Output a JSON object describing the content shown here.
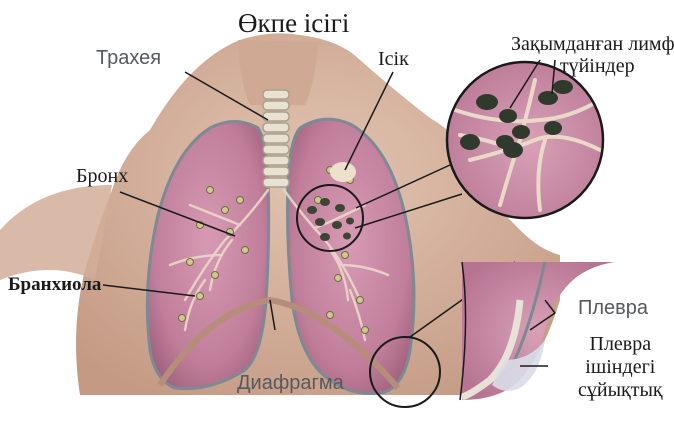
{
  "title": "Өкпе ісігі",
  "labels": {
    "trachea": "Трахея",
    "tumor": "Ісік",
    "bronchus": "Бронх",
    "bronchiole": "Бранхиола",
    "diaphragm": "Диафрагма",
    "pleura": "Плевра",
    "lymph_line1": "Зақымданған лимфа",
    "lymph_line2": "түйіндер",
    "fluid_line1": "Плевра",
    "fluid_line2": "ішіндегі",
    "fluid_line3": "сұйықтық"
  },
  "colors": {
    "lung_fill": "#c9839f",
    "lung_outline": "#7d8a93",
    "skin": "#d4b19d",
    "lymph_node": "#2f3a2c",
    "leader_line": "#1a1a1a"
  }
}
